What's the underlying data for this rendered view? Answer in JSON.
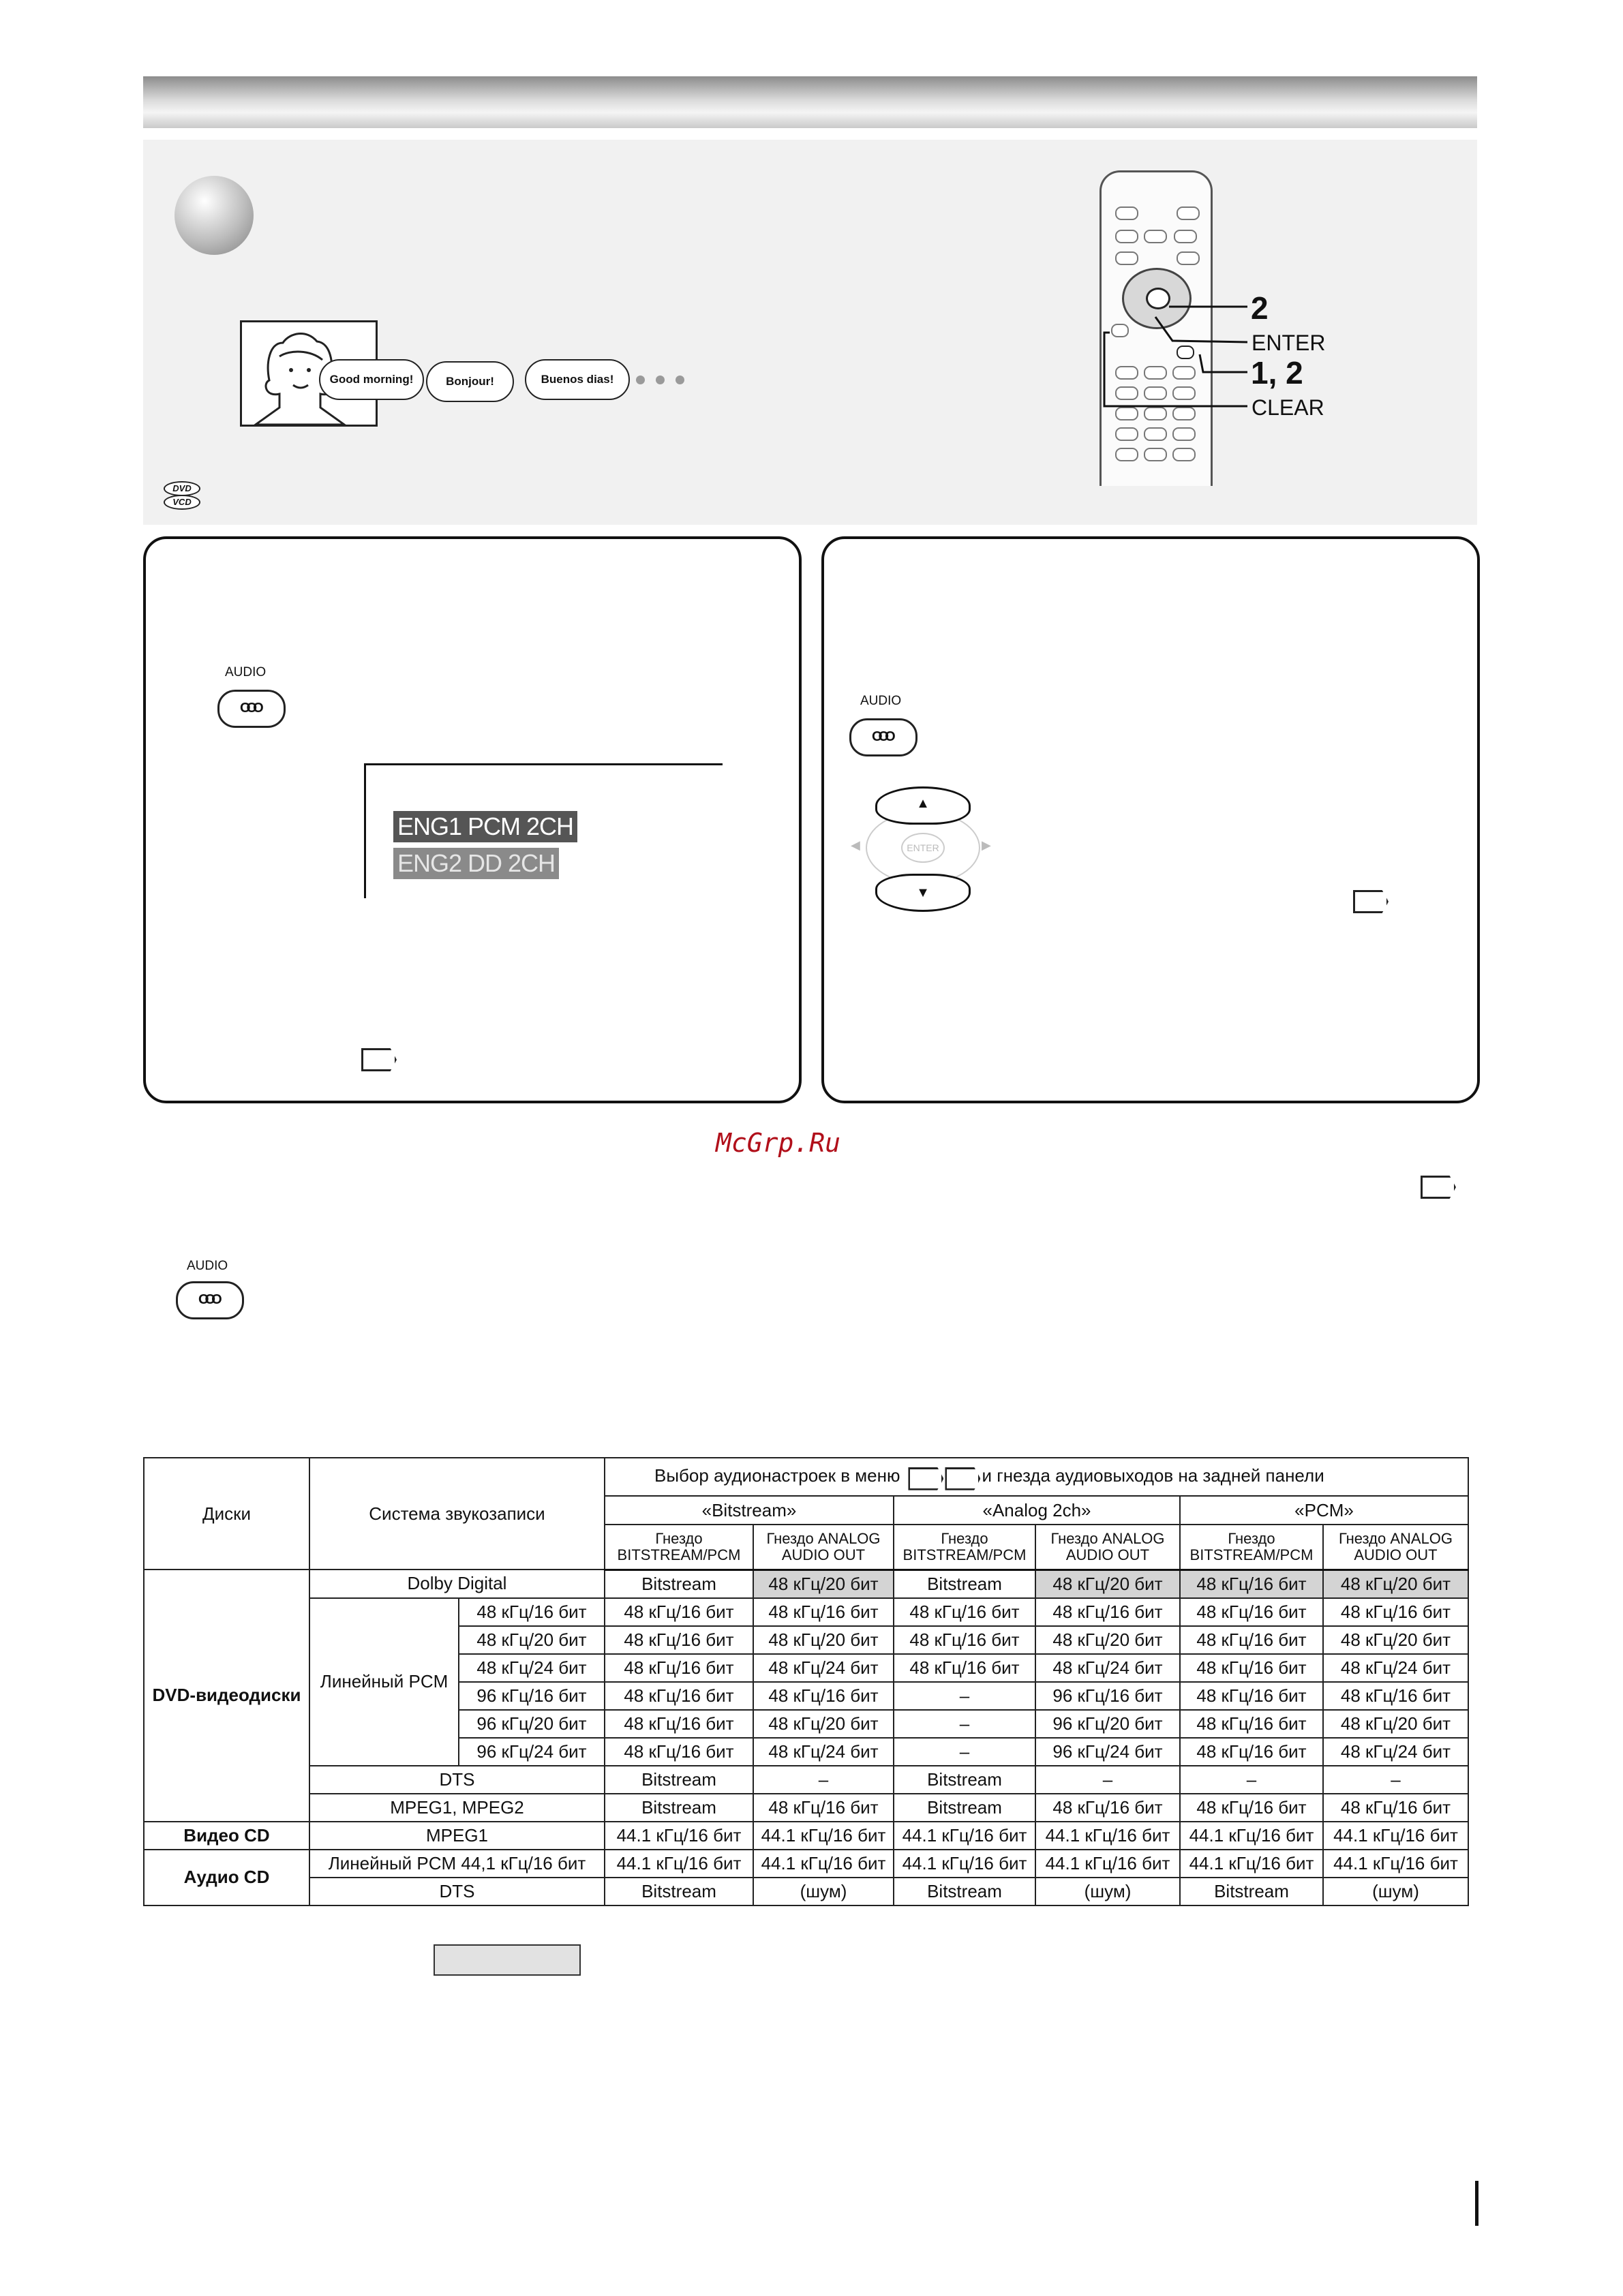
{
  "illustration": {
    "bubbles": [
      "Good morning!",
      "Bonjour!",
      "Buenos dias!"
    ]
  },
  "disc_badges": [
    "DVD",
    "VCD"
  ],
  "remote_labels": {
    "step2": "2",
    "enter": "ENTER",
    "step12": "1, 2",
    "clear": "CLEAR"
  },
  "panels": {
    "left": {
      "audio_button_label": "AUDIO",
      "osd_line1": "ENG1 PCM 2CH",
      "osd_line2": "ENG2 DD 2CH"
    },
    "right": {
      "audio_button_label": "AUDIO",
      "enter_label": "ENTER"
    }
  },
  "watermark": "McGrp.Ru",
  "lower_audio_label": "AUDIO",
  "table": {
    "header": {
      "discs": "Диски",
      "system": "Система звукозаписи",
      "menu_pre": "Выбор аудионастроек в меню",
      "menu_post": "и гнезда аудиовыходов на задней панели",
      "groups": [
        "«Bitstream»",
        "«Analog 2ch»",
        "«PCM»"
      ],
      "sub": [
        "Гнездо BITSTREAM/PCM",
        "Гнездо ANALOG AUDIO OUT",
        "Гнездо BITSTREAM/PCM",
        "Гнездо ANALOG AUDIO OUT",
        "Гнездо BITSTREAM/PCM",
        "Гнездо ANALOG AUDIO OUT"
      ]
    },
    "dvd_label": "DVD-видеодиски",
    "linear_pcm_label": "Линейный PCM",
    "vcd_label": "Видео CD",
    "acd_label": "Аудио CD",
    "rows": [
      {
        "system": "Dolby Digital",
        "cells": [
          "Bitstream",
          "48 кГц/20 бит",
          "Bitstream",
          "48 кГц/20 бит",
          "48 кГц/16 бит",
          "48 кГц/20 бит"
        ]
      },
      {
        "system": "48 кГц/16 бит",
        "cells": [
          "48 кГц/16 бит",
          "48 кГц/16 бит",
          "48 кГц/16 бит",
          "48 кГц/16 бит",
          "48 кГц/16 бит",
          "48 кГц/16 бит"
        ]
      },
      {
        "system": "48 кГц/20 бит",
        "cells": [
          "48 кГц/16 бит",
          "48 кГц/20 бит",
          "48 кГц/16 бит",
          "48 кГц/20 бит",
          "48 кГц/16 бит",
          "48 кГц/20 бит"
        ]
      },
      {
        "system": "48 кГц/24 бит",
        "cells": [
          "48 кГц/16 бит",
          "48 кГц/24 бит",
          "48 кГц/16 бит",
          "48 кГц/24 бит",
          "48 кГц/16 бит",
          "48 кГц/24 бит"
        ]
      },
      {
        "system": "96 кГц/16 бит",
        "cells": [
          "48 кГц/16 бит",
          "48 кГц/16 бит",
          "–",
          "96 кГц/16 бит",
          "48 кГц/16 бит",
          "48 кГц/16 бит"
        ]
      },
      {
        "system": "96 кГц/20 бит",
        "cells": [
          "48 кГц/16 бит",
          "48 кГц/20 бит",
          "–",
          "96 кГц/20 бит",
          "48 кГц/16 бит",
          "48 кГц/20 бит"
        ]
      },
      {
        "system": "96 кГц/24 бит",
        "cells": [
          "48 кГц/16 бит",
          "48 кГц/24 бит",
          "–",
          "96 кГц/24 бит",
          "48 кГц/16 бит",
          "48 кГц/24 бит"
        ]
      },
      {
        "system": "DTS",
        "cells": [
          "Bitstream",
          "–",
          "Bitstream",
          "–",
          "–",
          "–"
        ]
      },
      {
        "system": "MPEG1, MPEG2",
        "cells": [
          "Bitstream",
          "48 кГц/16 бит",
          "Bitstream",
          "48 кГц/16 бит",
          "48 кГц/16 бит",
          "48 кГц/16 бит"
        ]
      },
      {
        "system": "MPEG1",
        "cells": [
          "44.1 кГц/16 бит",
          "44.1 кГц/16 бит",
          "44.1 кГц/16 бит",
          "44.1 кГц/16 бит",
          "44.1 кГц/16 бит",
          "44.1 кГц/16 бит"
        ]
      },
      {
        "system": "Линейный PCM 44,1 кГц/16 бит",
        "cells": [
          "44.1 кГц/16 бит",
          "44.1 кГц/16 бит",
          "44.1 кГц/16 бит",
          "44.1 кГц/16 бит",
          "44.1 кГц/16 бит",
          "44.1 кГц/16 бит"
        ]
      },
      {
        "system": "DTS",
        "cells": [
          "Bitstream",
          "(шум)",
          "Bitstream",
          "(шум)",
          "Bitstream",
          "(шум)"
        ]
      }
    ]
  }
}
